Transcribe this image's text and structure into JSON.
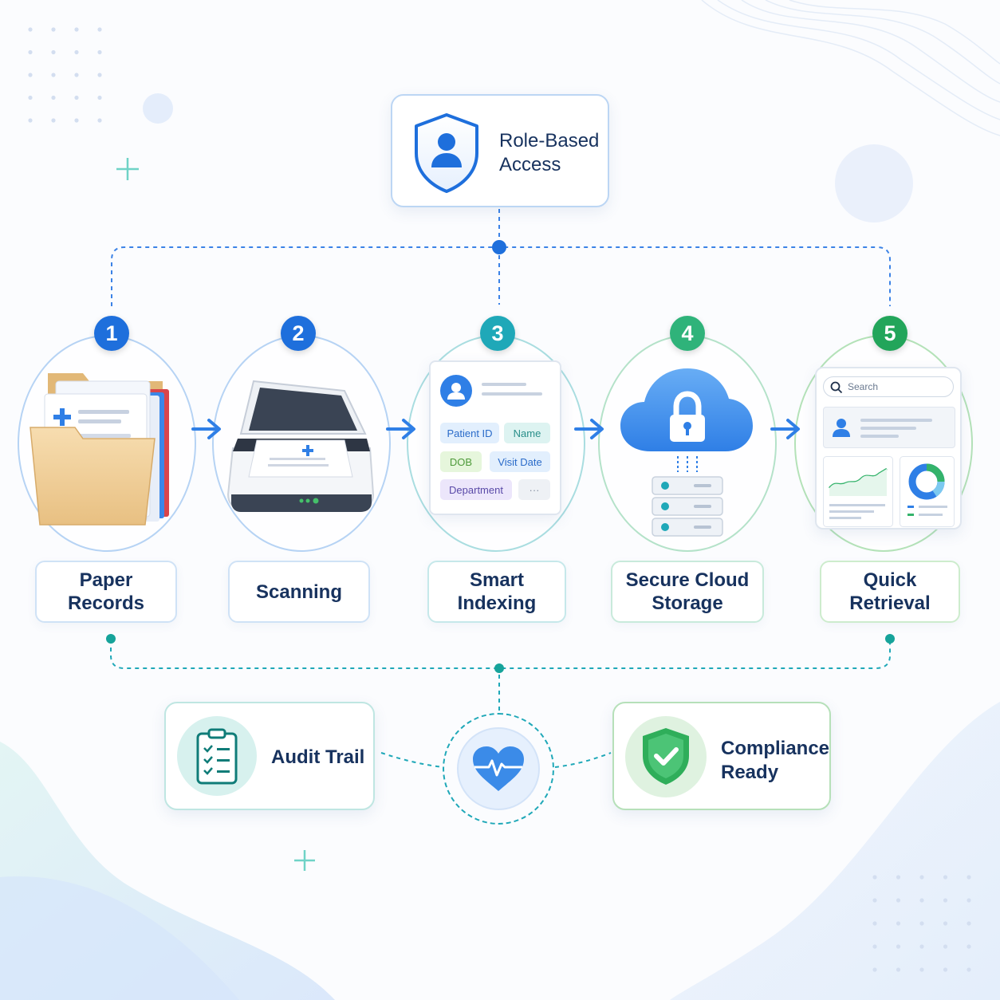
{
  "header_card": {
    "label_line1": "Role-Based",
    "label_line2": "Access",
    "icon": "shield-user-icon"
  },
  "steps": [
    {
      "number": "1",
      "label_line1": "Paper",
      "label_line2": "Records",
      "icon": "folder-documents-icon",
      "color": "#1e6fdc"
    },
    {
      "number": "2",
      "label_line1": "Scanning",
      "label_line2": "",
      "icon": "scanner-icon",
      "color": "#1e6fdc"
    },
    {
      "number": "3",
      "label_line1": "Smart",
      "label_line2": "Indexing",
      "icon": "index-card-icon",
      "color": "#1fa8b8"
    },
    {
      "number": "4",
      "label_line1": "Secure Cloud",
      "label_line2": "Storage",
      "icon": "cloud-lock-icon",
      "color": "#2fb37a"
    },
    {
      "number": "5",
      "label_line1": "Quick",
      "label_line2": "Retrieval",
      "icon": "dashboard-icon",
      "color": "#22a55a"
    }
  ],
  "index_card": {
    "fields": [
      "Patient ID",
      "Name",
      "DOB",
      "Visit Date",
      "Department",
      "···"
    ]
  },
  "retrieval": {
    "search_placeholder": "Search"
  },
  "features": {
    "audit": {
      "label": "Audit Trail",
      "icon": "clipboard-checklist-icon"
    },
    "center": {
      "icon": "heart-pulse-icon"
    },
    "compliance": {
      "label_line1": "Compliance",
      "label_line2": "Ready",
      "icon": "shield-check-icon"
    }
  },
  "colors": {
    "blue": "#1e6fdc",
    "teal": "#1fa8b8",
    "green": "#22a55a",
    "navy": "#17325e"
  }
}
